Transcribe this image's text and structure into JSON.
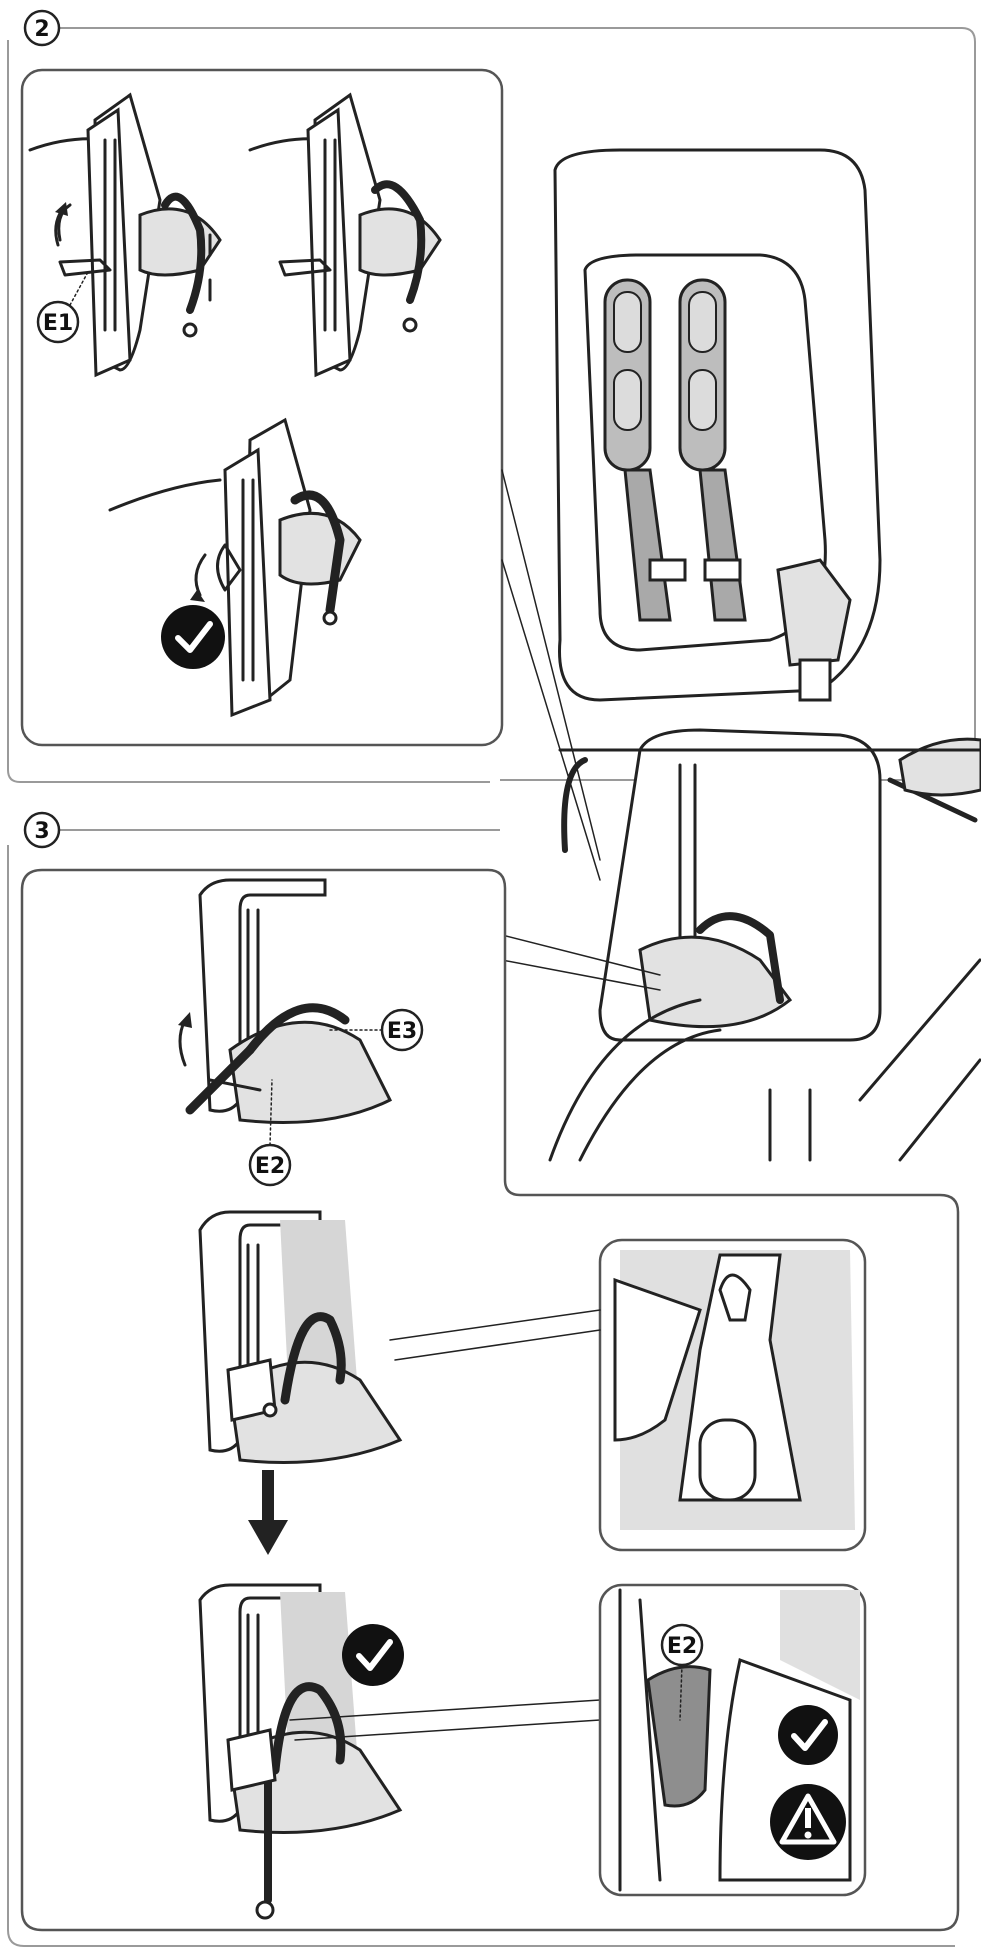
{
  "steps": [
    {
      "number": "2"
    },
    {
      "number": "3"
    }
  ],
  "callouts": {
    "e1": "E1",
    "e2": "E2",
    "e3": "E3",
    "e2_detail": "E2"
  },
  "icons": {
    "check": "check-circle-icon",
    "warning": "warning-exclamation-icon",
    "arrow_down": "arrow-down-icon"
  },
  "colors": {
    "line": "#222222",
    "frame": "#9a9a9a",
    "strap_grey": "#a9a9a9",
    "shade_grey": "#d6d6d6"
  }
}
